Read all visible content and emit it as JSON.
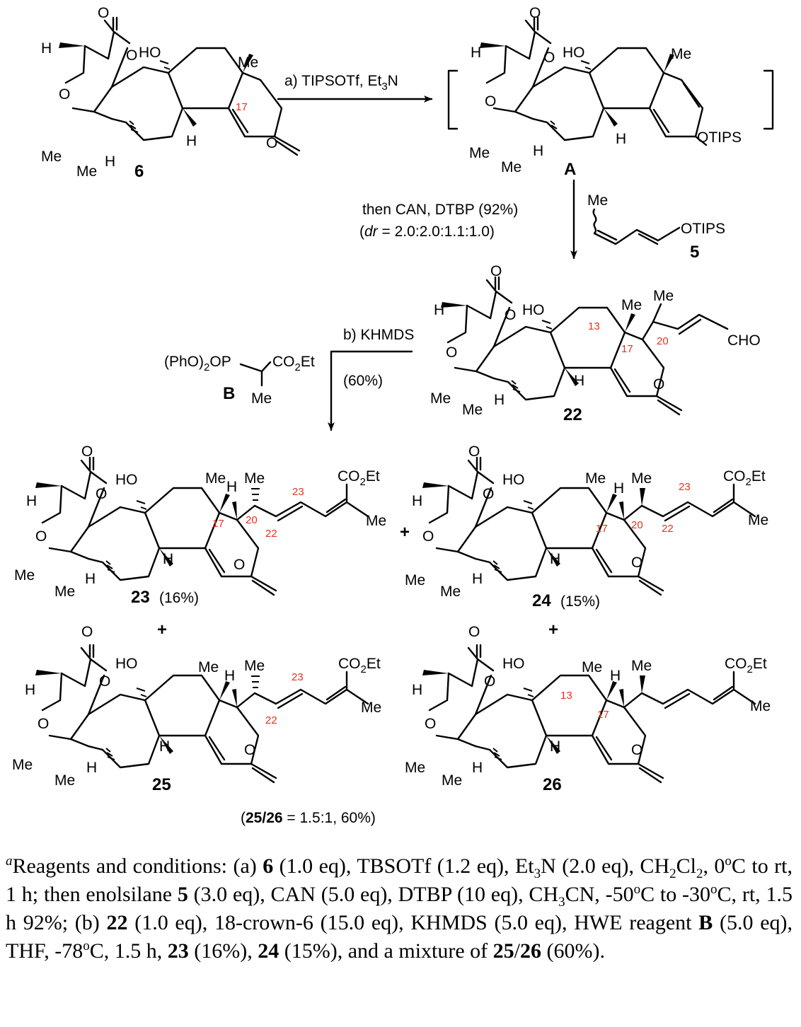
{
  "compounds": {
    "c6": "6",
    "cA": "A",
    "c22": "22",
    "c5": "5",
    "cB": "B",
    "c23": "23",
    "c23_yield": "(16%)",
    "c24": "24",
    "c24_yield": "(15%)",
    "c25": "25",
    "c26": "26"
  },
  "atoms": {
    "O": "O",
    "HO": "HO",
    "H": "H",
    "Me": "Me",
    "OTIPS": "OTIPS",
    "CHO": "CHO",
    "CO2Et_main": "CO",
    "CO2Et_sub": "2",
    "CO2Et_tail": "Et",
    "phos_main": "(PhO)",
    "phos_sub": "2",
    "phos_tail": "OP"
  },
  "numbers": {
    "n13": "13",
    "n17": "17",
    "n20": "20",
    "n22": "22",
    "n23": "23"
  },
  "conditions": {
    "a_main": "a) TIPSOTf, Et",
    "a_sub": "3",
    "a_tail": "N",
    "then": "then CAN, DTBP (92%)",
    "dr_open": "(",
    "dr_italic": "dr",
    "dr_rest": " = 2.0:2.0:1.1:1.0)",
    "b": "b) KHMDS",
    "b_yield": "(60%)",
    "mixture_open": "(",
    "mixture_cmpd": "25/26",
    "mixture_rest": " = 1.5:1, 60%)",
    "plus": "+"
  },
  "footnote": {
    "sup": "a",
    "s1": "Reagents and conditions: (a) ",
    "b1": "6",
    "s2": " (1.0 eq), TBSOTf (1.2 eq), Et",
    "sub1": "3",
    "s3": "N (2.0 eq), CH",
    "sub2": "2",
    "s4": "Cl",
    "sub3": "2",
    "s5": ", 0",
    "sup2": "o",
    "s6": "C to rt, 1 h; then enolsilane ",
    "b2": "5",
    "s7": " (3.0 eq), CAN (5.0 eq), DTBP (10 eq), CH",
    "sub4": "3",
    "s8": "CN, -50",
    "sup3": "o",
    "s9": "C to -30",
    "sup4": "o",
    "s10": "C, rt, 1.5 h 92%; (b) ",
    "b3": "22",
    "s11": " (1.0 eq), 18-crown-6 (15.0 eq), KHMDS (5.0 eq), HWE reagent ",
    "b4": "B",
    "s12": " (5.0 eq), THF, -78",
    "sup5": "o",
    "s13": "C, 1.5 h, ",
    "b5": "23",
    "s14": " (16%), ",
    "b6": "24",
    "s15": " (15%), and a mixture of ",
    "b7": "25",
    "s16": "/",
    "b8": "26",
    "s17": " (60%)."
  }
}
